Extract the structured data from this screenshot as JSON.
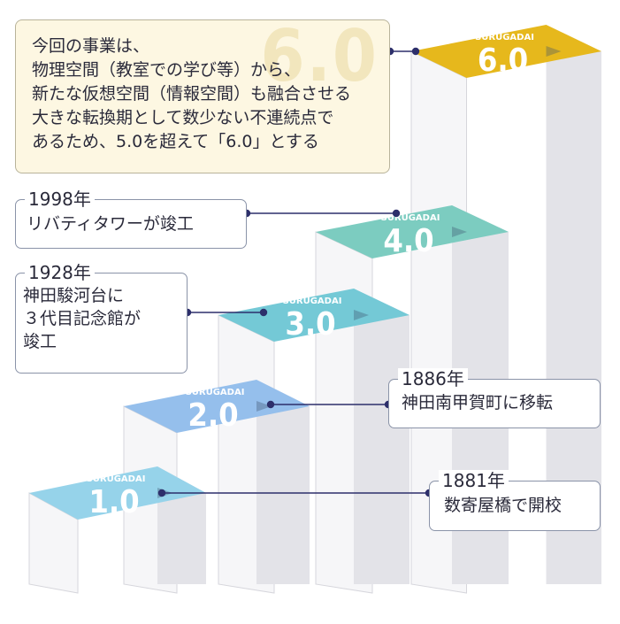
{
  "intro": {
    "ghost_number": "6.0",
    "text": "今回の事業は、\n物理空間（教室での学び等）から、\n新たな仮想空間（情報空間）も融合させる\n大きな転換期として数少ない不連続点で\nあるため、5.0を超えて「6.0」とする"
  },
  "steps": [
    {
      "brand": "SURUGADAI",
      "version": "1.0",
      "color": "#96d3ea"
    },
    {
      "brand": "SURUGADAI",
      "version": "2.0",
      "color": "#95bfec"
    },
    {
      "brand": "SURUGADAI",
      "version": "3.0",
      "color": "#74c9d6"
    },
    {
      "brand": "SURUGADAI",
      "version": "4.0",
      "color": "#7cccc0"
    },
    {
      "brand": "SURUGADAI",
      "version": "6.0",
      "color": "#e6b81c"
    }
  ],
  "milestones": [
    {
      "year": "1881年",
      "text": "数寄屋橋で開校"
    },
    {
      "year": "1886年",
      "text": "神田南甲賀町に移転"
    },
    {
      "year": "1928年",
      "text": "神田駿河台に\n３代目記念館が\n竣工"
    },
    {
      "year": "1998年",
      "text": "リバティタワーが竣工"
    }
  ],
  "colors": {
    "connector": "#2d2f6b",
    "box_border": "#8a93a8",
    "intro_bg": "#fdf7e2"
  }
}
